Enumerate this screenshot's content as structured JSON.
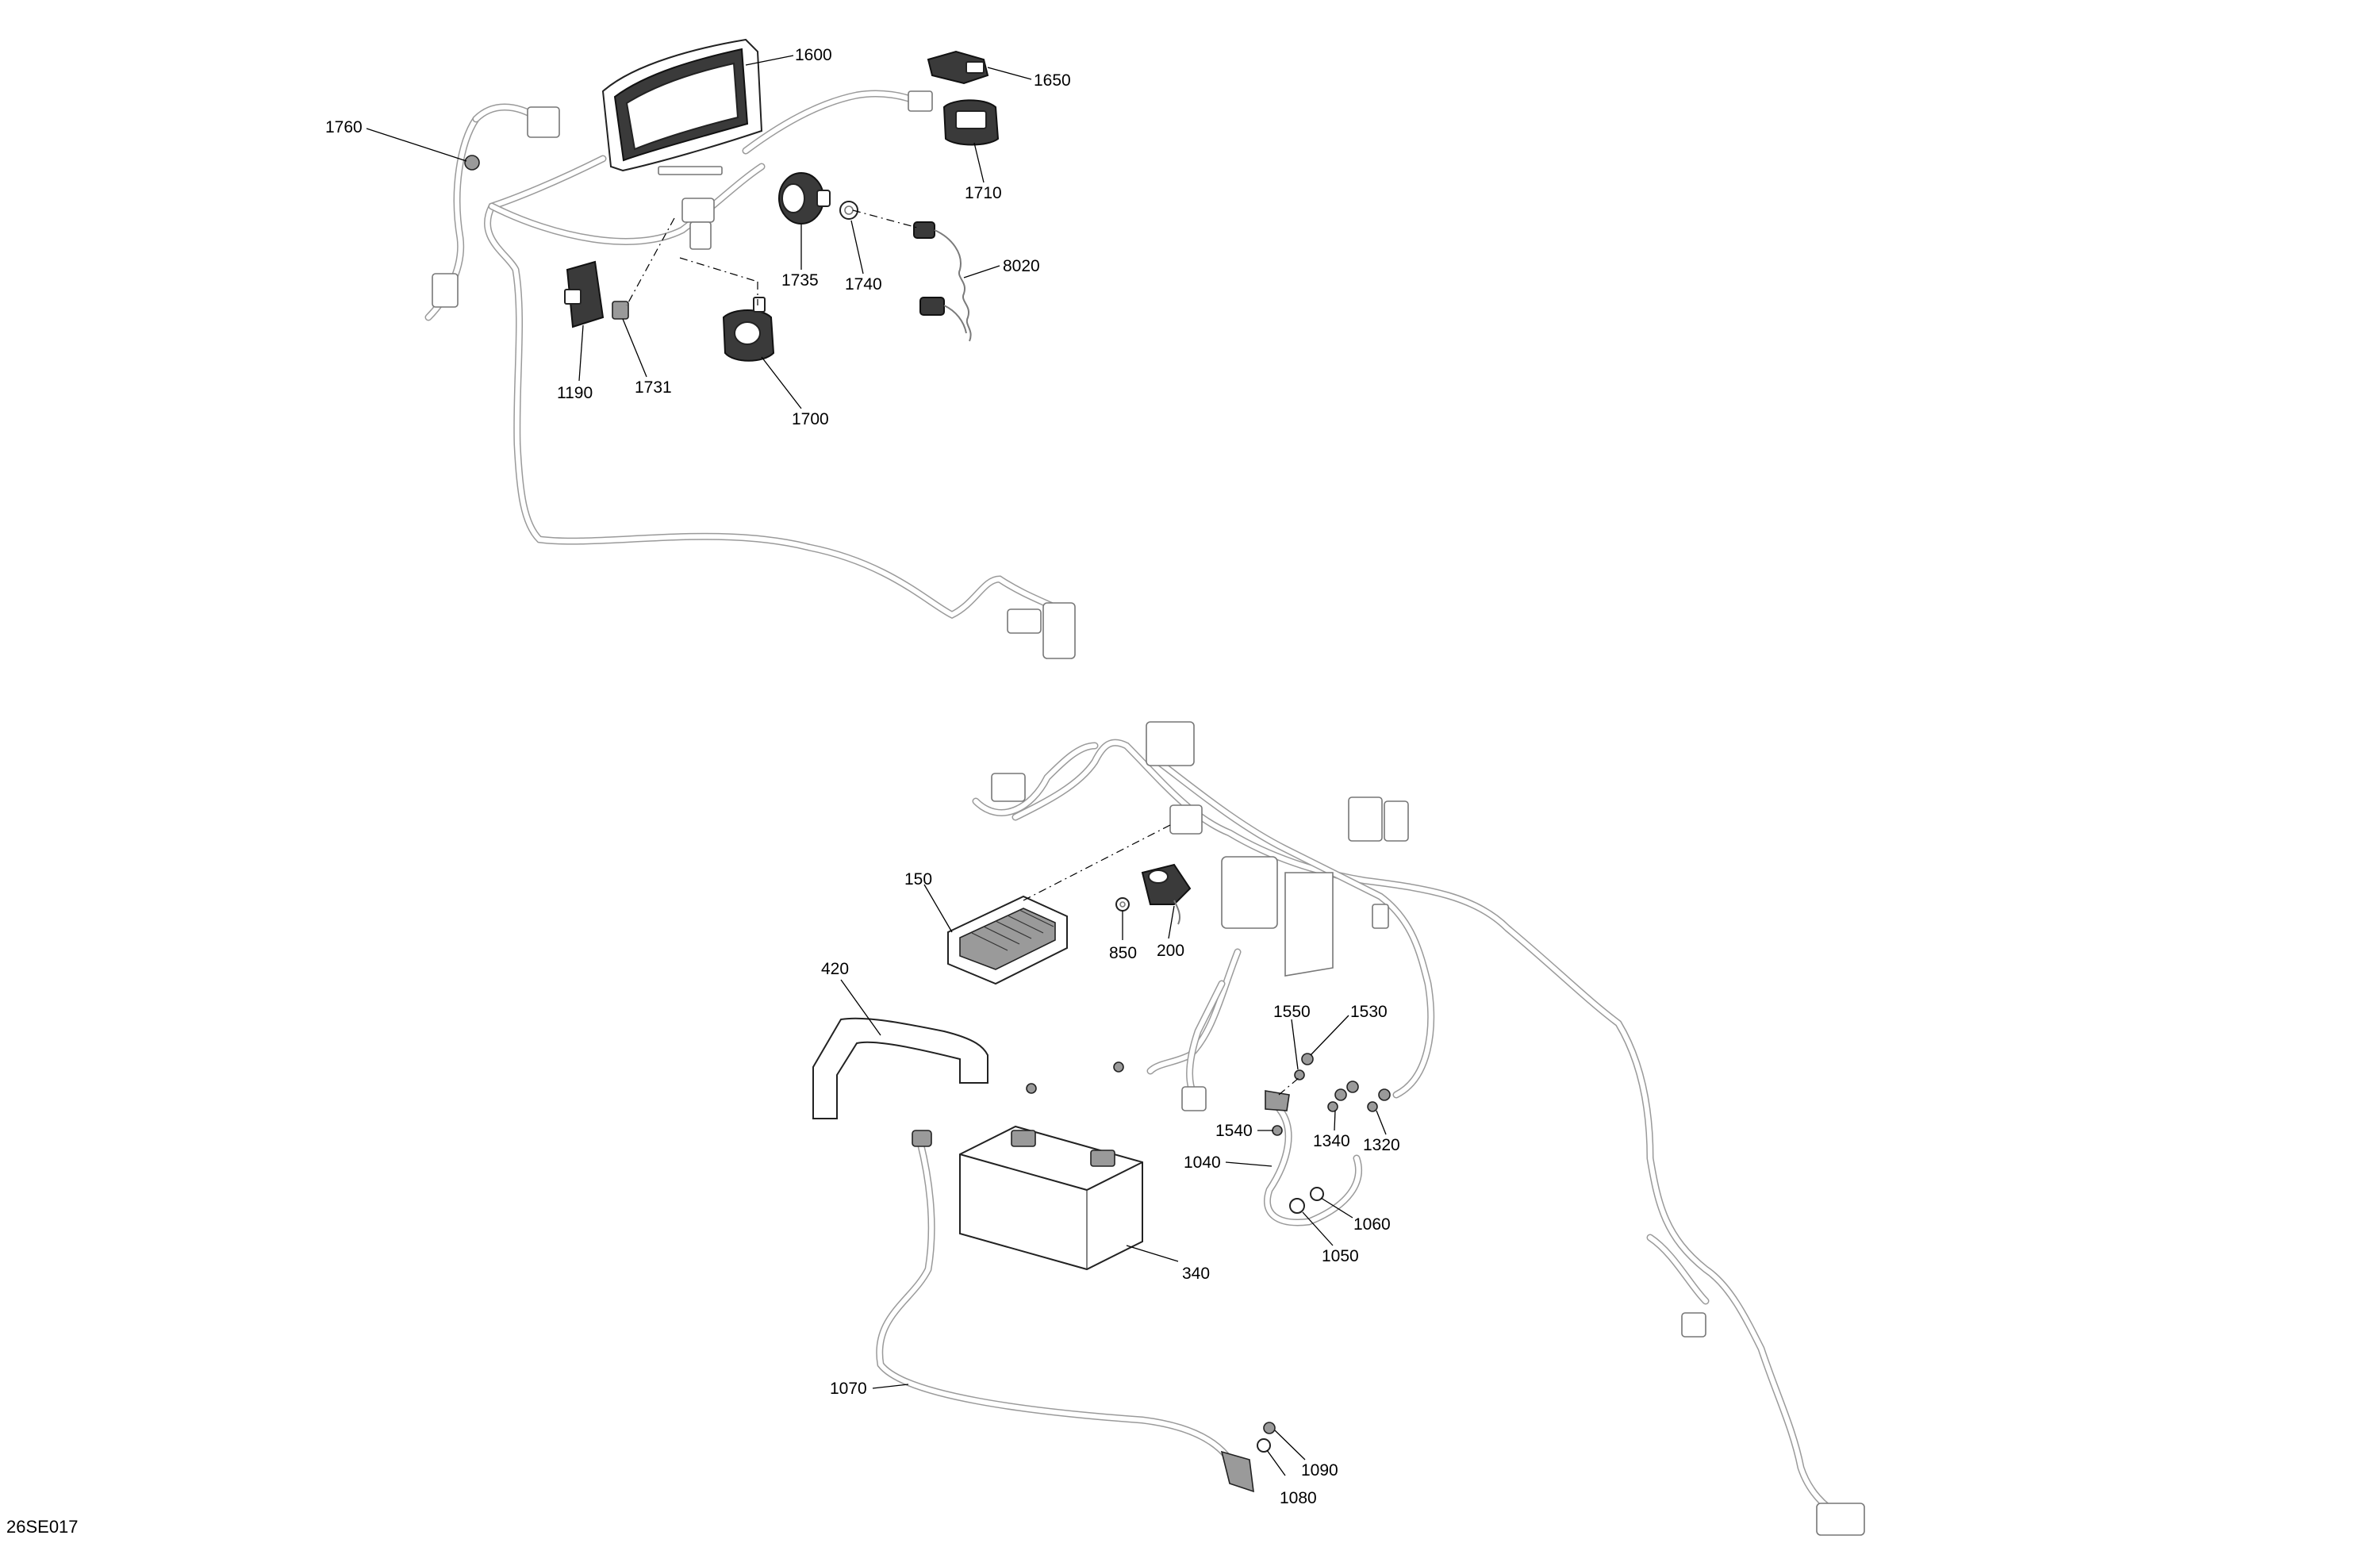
{
  "diagram": {
    "drawing_id": "26SE017",
    "parts": [
      {
        "id": "1600",
        "label": "1600"
      },
      {
        "id": "1650",
        "label": "1650"
      },
      {
        "id": "1710",
        "label": "1710"
      },
      {
        "id": "1760",
        "label": "1760"
      },
      {
        "id": "1735",
        "label": "1735"
      },
      {
        "id": "1740",
        "label": "1740"
      },
      {
        "id": "8020",
        "label": "8020"
      },
      {
        "id": "1190",
        "label": "1190"
      },
      {
        "id": "1731",
        "label": "1731"
      },
      {
        "id": "1700",
        "label": "1700"
      },
      {
        "id": "150",
        "label": "150"
      },
      {
        "id": "850",
        "label": "850"
      },
      {
        "id": "200",
        "label": "200"
      },
      {
        "id": "420",
        "label": "420"
      },
      {
        "id": "1550",
        "label": "1550"
      },
      {
        "id": "1530",
        "label": "1530"
      },
      {
        "id": "1540",
        "label": "1540"
      },
      {
        "id": "1340",
        "label": "1340"
      },
      {
        "id": "1320",
        "label": "1320"
      },
      {
        "id": "1040",
        "label": "1040"
      },
      {
        "id": "1060",
        "label": "1060"
      },
      {
        "id": "1050",
        "label": "1050"
      },
      {
        "id": "340",
        "label": "340"
      },
      {
        "id": "1070",
        "label": "1070"
      },
      {
        "id": "1090",
        "label": "1090"
      },
      {
        "id": "1080",
        "label": "1080"
      }
    ]
  }
}
